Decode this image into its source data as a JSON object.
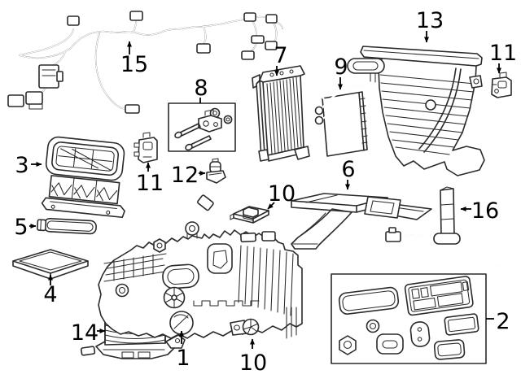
{
  "figure": {
    "type": "parts-diagram",
    "background_color": "#ffffff",
    "line_color": "#2a2a2a",
    "label_color": "#000000"
  },
  "callouts": [
    {
      "id": "c15",
      "label": "15",
      "part": "wiring-harness"
    },
    {
      "id": "c8",
      "label": "8",
      "part": "hardware-kit-box"
    },
    {
      "id": "c7",
      "label": "7",
      "part": "evaporator-core"
    },
    {
      "id": "c9",
      "label": "9",
      "part": "heater-core"
    },
    {
      "id": "c13",
      "label": "13",
      "part": "side-cover-panel"
    },
    {
      "id": "c11a",
      "label": "11",
      "part": "small-bracket-right"
    },
    {
      "id": "c3",
      "label": "3",
      "part": "air-inlet-housing"
    },
    {
      "id": "c11b",
      "label": "11",
      "part": "small-bracket-middle"
    },
    {
      "id": "c12",
      "label": "12",
      "part": "sensor-probe"
    },
    {
      "id": "c5",
      "label": "5",
      "part": "seal-strip"
    },
    {
      "id": "c4",
      "label": "4",
      "part": "cabin-air-filter"
    },
    {
      "id": "c10a",
      "label": "10",
      "part": "actuator-upper"
    },
    {
      "id": "c6",
      "label": "6",
      "part": "duct-bracket"
    },
    {
      "id": "c16",
      "label": "16",
      "part": "drain-tube-with-wire"
    },
    {
      "id": "c14",
      "label": "14",
      "part": "blower-motor"
    },
    {
      "id": "c1",
      "label": "1",
      "part": "hvac-housing-assembly"
    },
    {
      "id": "c10b",
      "label": "10",
      "part": "actuator-lower"
    },
    {
      "id": "c2",
      "label": "2",
      "part": "seal-kit-box"
    }
  ]
}
